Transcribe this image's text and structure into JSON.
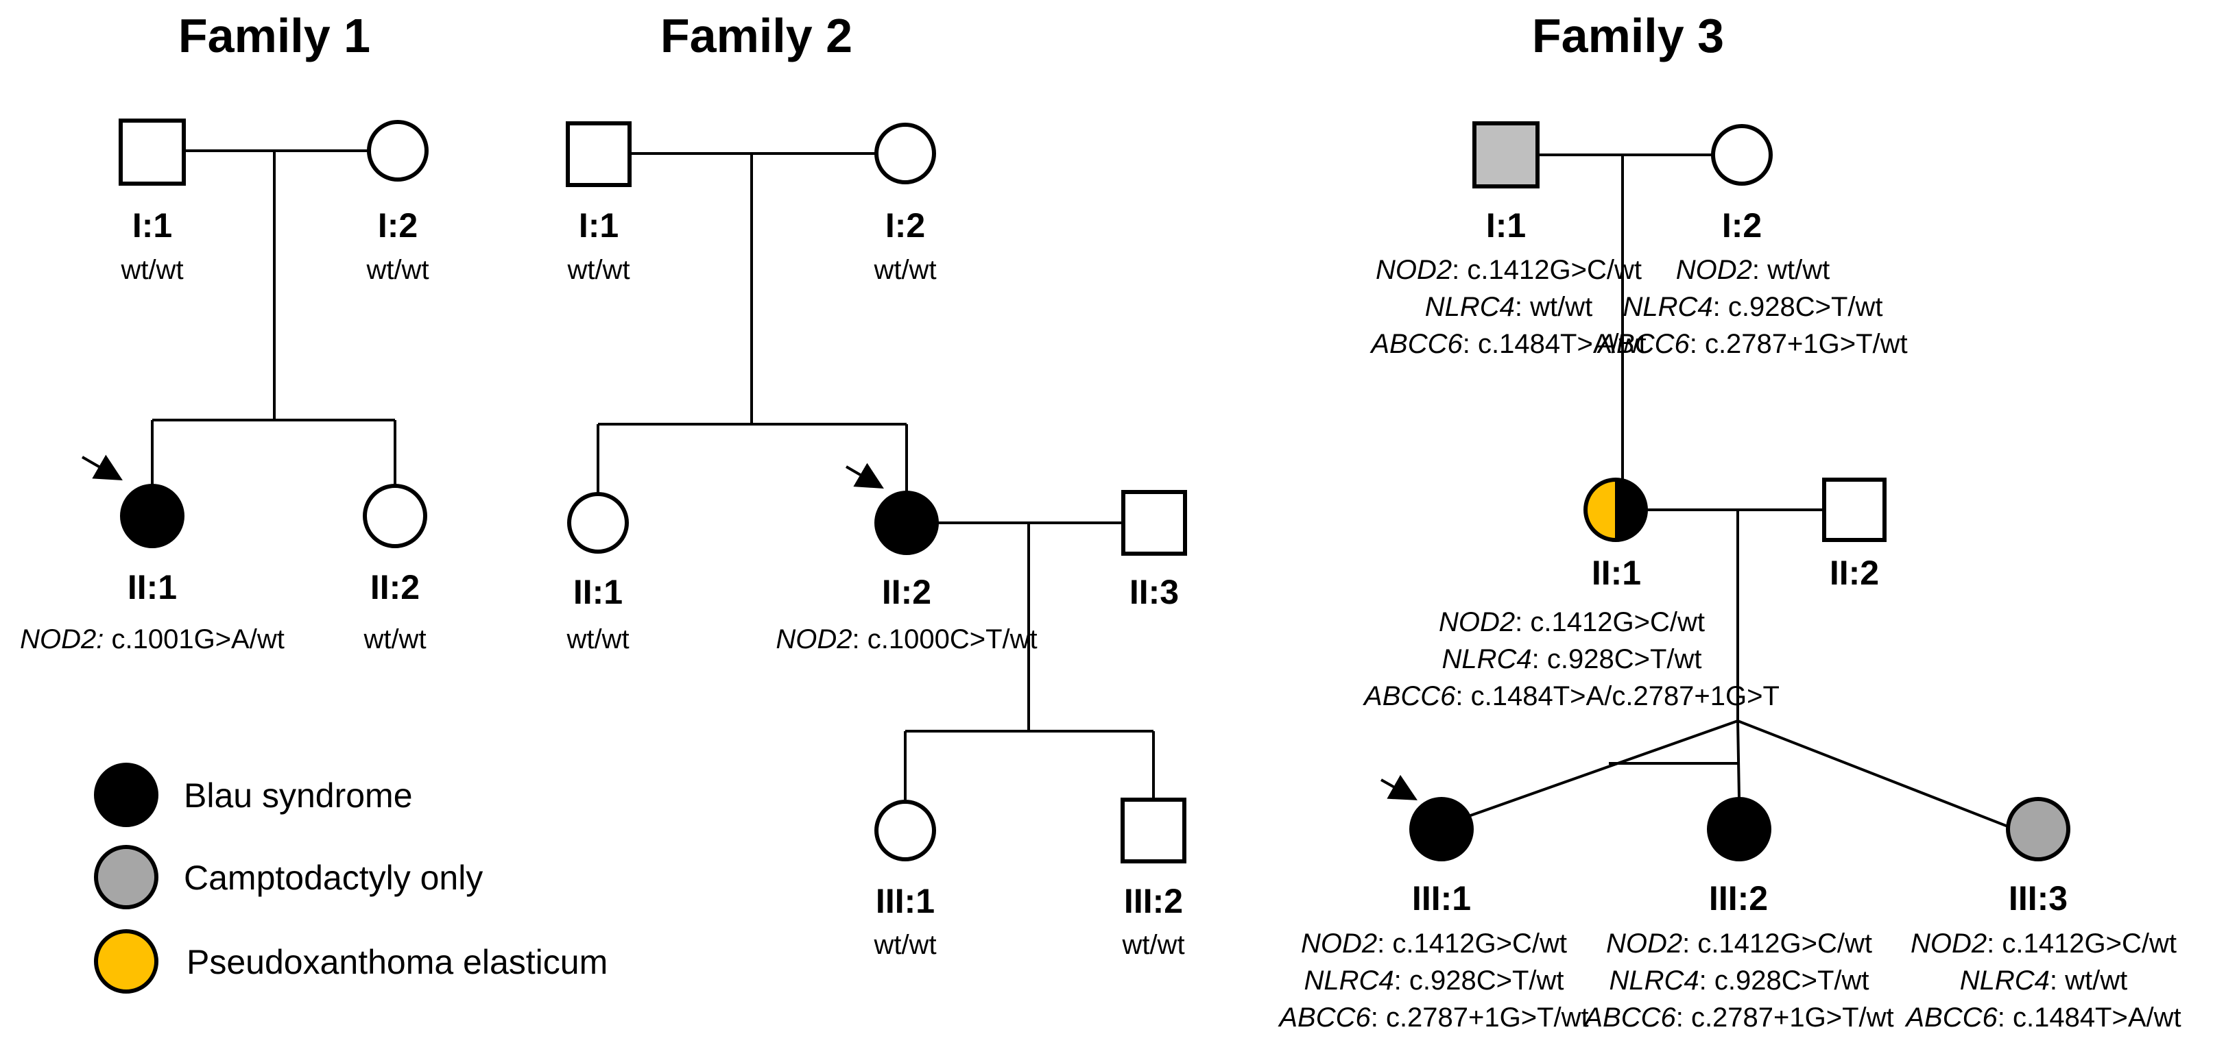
{
  "colors": {
    "affected_blau": "#000000",
    "camptodactyly": "#a6a6a6",
    "pxe": "#ffc000",
    "carrier_grey": "#bfbfbf",
    "unaffected": "#ffffff"
  },
  "families": {
    "f1": {
      "title": "Family 1",
      "i1": {
        "id": "I:1",
        "g": [
          {
            "t": "wt/wt"
          }
        ]
      },
      "i2": {
        "id": "I:2",
        "g": [
          {
            "t": "wt/wt"
          }
        ]
      },
      "ii1": {
        "id": "II:1",
        "g": [
          {
            "gene": "NOD2:",
            "t": " c.1001G>A/wt"
          }
        ]
      },
      "ii2": {
        "id": "II:2",
        "g": [
          {
            "t": "wt/wt"
          }
        ]
      }
    },
    "f2": {
      "title": "Family 2",
      "i1": {
        "id": "I:1",
        "g": [
          {
            "t": "wt/wt"
          }
        ]
      },
      "i2": {
        "id": "I:2",
        "g": [
          {
            "t": "wt/wt"
          }
        ]
      },
      "ii1": {
        "id": "II:1",
        "g": [
          {
            "t": "wt/wt"
          }
        ]
      },
      "ii2": {
        "id": "II:2",
        "g": [
          {
            "gene": "NOD2",
            "t": ": c.1000C>T/wt"
          }
        ]
      },
      "ii3": {
        "id": "II:3",
        "g": []
      },
      "iii1": {
        "id": "III:1",
        "g": [
          {
            "t": "wt/wt"
          }
        ]
      },
      "iii2": {
        "id": "III:2",
        "g": [
          {
            "t": "wt/wt"
          }
        ]
      }
    },
    "f3": {
      "title": "Family 3",
      "i1": {
        "id": "I:1",
        "g": [
          {
            "gene": "NOD2",
            "t": ": c.1412G>C/wt"
          },
          {
            "gene": "NLRC4",
            "t": ": wt/wt"
          },
          {
            "gene": "ABCC6",
            "t": ": c.1484T>A/wt"
          }
        ]
      },
      "i2": {
        "id": "I:2",
        "g": [
          {
            "gene": "NOD2",
            "t": ": wt/wt"
          },
          {
            "gene": "NLRC4",
            "t": ": c.928C>T/wt"
          },
          {
            "gene": "ABCC6",
            "t": ": c.2787+1G>T/wt"
          }
        ]
      },
      "ii1": {
        "id": "II:1",
        "g": [
          {
            "gene": "NOD2",
            "t": ": c.1412G>C/wt"
          },
          {
            "gene": "NLRC4",
            "t": ": c.928C>T/wt"
          },
          {
            "gene": "ABCC6",
            "t": ": c.1484T>A/c.2787+1G>T"
          }
        ]
      },
      "ii2": {
        "id": "II:2",
        "g": []
      },
      "iii1": {
        "id": "III:1",
        "g": [
          {
            "gene": "NOD2",
            "t": ": c.1412G>C/wt"
          },
          {
            "gene": "NLRC4",
            "t": ": c.928C>T/wt"
          },
          {
            "gene": "ABCC6",
            "t": ": c.2787+1G>T/wt"
          }
        ]
      },
      "iii2": {
        "id": "III:2",
        "g": [
          {
            "gene": "NOD2",
            "t": ": c.1412G>C/wt"
          },
          {
            "gene": "NLRC4",
            "t": ": c.928C>T/wt"
          },
          {
            "gene": "ABCC6",
            "t": ": c.2787+1G>T/wt"
          }
        ]
      },
      "iii3": {
        "id": "III:3",
        "g": [
          {
            "gene": "NOD2",
            "t": ": c.1412G>C/wt"
          },
          {
            "gene": "NLRC4",
            "t": ": wt/wt"
          },
          {
            "gene": "ABCC6",
            "t": ": c.1484T>A/wt"
          }
        ]
      }
    }
  },
  "legend": [
    {
      "label": "Blau syndrome",
      "color": "#000000"
    },
    {
      "label": "Camptodactyly only",
      "color": "#a6a6a6"
    },
    {
      "label": "Pseudoxanthoma elasticum",
      "color": "#ffc000"
    }
  ]
}
